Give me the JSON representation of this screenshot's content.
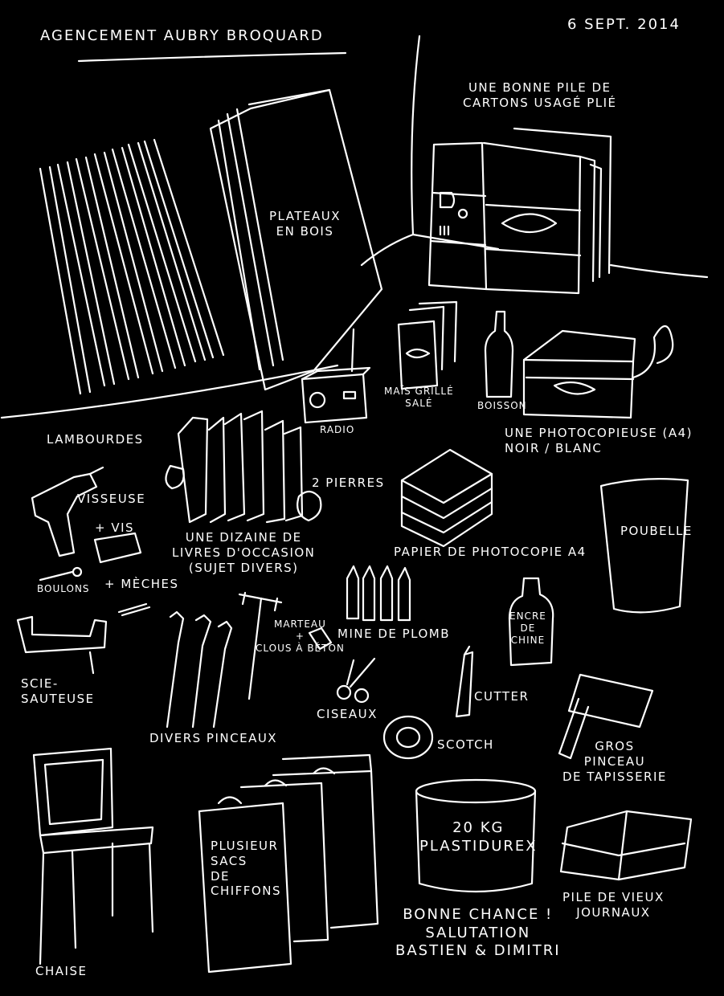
{
  "header": {
    "title": "Agencement Aubry Broquard",
    "date": "6 sept. 2014"
  },
  "items": {
    "cartons": "Une bonne pile de\ncartons usagé plié",
    "plateaux": "Plateaux\nen bois",
    "lambourdes": "Lambourdes",
    "radio": "Radio",
    "mais": "Maïs grillé\nsalé",
    "boisson": "Boisson",
    "photocopieuse": "Une photocopieuse (A4)\nnoir / blanc",
    "visseuse": "Visseuse",
    "vis": "+ vis",
    "pierres": "2 pierres",
    "livres": "Une dizaine de\nlivres d'occasion\n(sujet divers)",
    "papier": "Papier de photocopie A4",
    "poubelle": "Poubelle",
    "boulons": "Boulons",
    "meches": "+ mèches",
    "marteau": "Marteau\n+\nclous à béton",
    "mine": "Mine de plomb",
    "encre": "Encre\nde\nchine",
    "scie": "Scie-\nsauteuse",
    "ciseaux": "Ciseaux",
    "cutter": "Cutter",
    "pinceaux": "Divers pinceaux",
    "scotch": "Scotch",
    "gros_pinceau": "Gros\npinceau\nde tapisserie",
    "plastidurex": "20 kg\nPlastidurex",
    "chiffons": "Plusieur\nsacs\nde\nchiffons",
    "journaux": "Pile de vieux\njournaux",
    "chaise": "Chaise"
  },
  "signoff": "Bonne chance !\nSalutation\nBastien & Dimitri"
}
